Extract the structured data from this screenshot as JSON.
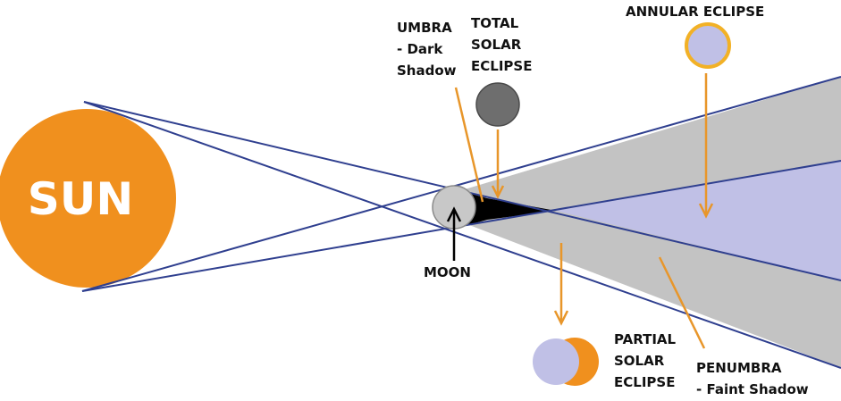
{
  "colors": {
    "sun": "#f0901e",
    "moon": "#c8c8c8",
    "moon_outline": "#8a8a8a",
    "umbra": "#000000",
    "penumbra": "#c3c3c3",
    "antumbra": "#c0c0e6",
    "rays": "#2f3f8f",
    "arrows": "#e8962a",
    "total_eclipse_disk": "#6e6e6e",
    "eclipse_disk": "#c0c0e6",
    "annular_ring": "#f2b126",
    "text": "#111111",
    "sun_text": "#ffffff"
  },
  "labels": {
    "sun": "SUN",
    "umbra": [
      "UMBRA",
      "- Dark",
      "Shadow"
    ],
    "total": [
      "TOTAL",
      "SOLAR",
      "ECLIPSE"
    ],
    "annular": "ANNULAR ECLIPSE",
    "moon": "MOON",
    "partial": [
      "PARTIAL",
      "SOLAR",
      "ECLIPSE"
    ],
    "penumbra": [
      "PENUMBRA",
      "- Faint Shadow"
    ]
  }
}
